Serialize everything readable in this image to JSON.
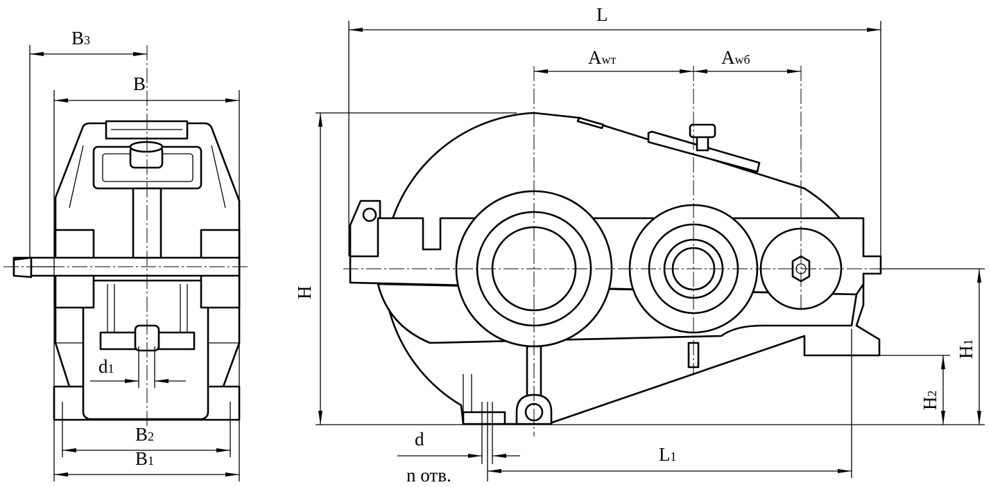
{
  "side_view": {
    "B3": {
      "main": "B",
      "sub": "3"
    },
    "B": {
      "main": "B"
    },
    "d1": {
      "main": "d",
      "sub": "1"
    },
    "B2": {
      "main": "B",
      "sub": "2"
    },
    "B1": {
      "main": "B",
      "sub": "1"
    }
  },
  "front_view": {
    "L": {
      "main": "L"
    },
    "Awt": {
      "main": "A",
      "sub": "wт"
    },
    "Awb": {
      "main": "A",
      "sub": "wб"
    },
    "H": {
      "main": "H"
    },
    "H1": {
      "main": "H",
      "sub": "1"
    },
    "H2": {
      "main": "H",
      "sub": "2"
    },
    "d": {
      "main": "d"
    },
    "holes": {
      "main": "n отв."
    },
    "L1": {
      "main": "L",
      "sub": "1"
    }
  }
}
